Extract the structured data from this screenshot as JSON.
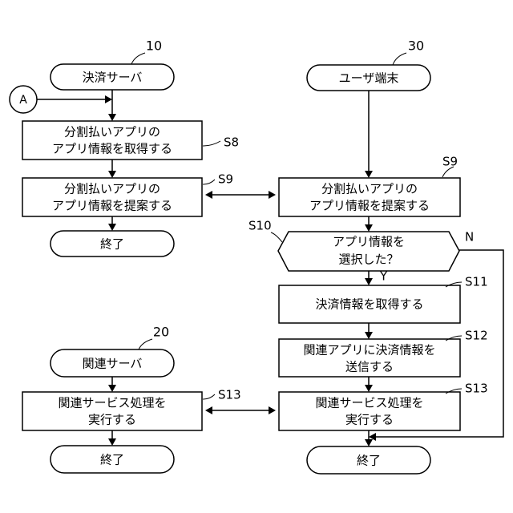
{
  "refs": {
    "payment_server": "10",
    "related_server": "20",
    "user_terminal": "30"
  },
  "connector": "A",
  "left_top": {
    "terminal": "決済サーバ",
    "s8_line1": "分割払いアプリの",
    "s8_line2": "アプリ情報を取得する",
    "s8_label": "S8",
    "s9_line1": "分割払いアプリの",
    "s9_line2": "アプリ情報を提案する",
    "s9_label": "S9",
    "end": "終了"
  },
  "left_bottom": {
    "terminal": "関連サーバ",
    "s13_line1": "関連サービス処理を",
    "s13_line2": "実行する",
    "s13_label": "S13",
    "end": "終了"
  },
  "right": {
    "terminal": "ユーザ端末",
    "s9_line1": "分割払いアプリの",
    "s9_line2": "アプリ情報を提案する",
    "s9_label": "S9",
    "s10_line1": "アプリ情報を",
    "s10_line2": "選択した？",
    "s10_label": "S10",
    "yes": "Y",
    "no": "N",
    "s11_line1": "決済情報を取得する",
    "s11_label": "S11",
    "s12_line1": "関連アプリに決済情報を",
    "s12_line2": "送信する",
    "s12_label": "S12",
    "s13_line1": "関連サービス処理を",
    "s13_line2": "実行する",
    "s13_label": "S13",
    "end": "終了"
  }
}
